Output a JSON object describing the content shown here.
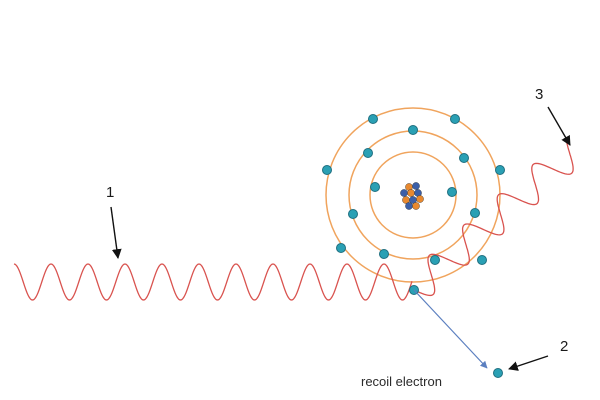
{
  "labels": {
    "incident": "1",
    "electron": "2",
    "scattered": "3",
    "recoil_text": "recoil electron"
  },
  "colors": {
    "wave": "#d9534f",
    "orbit": "#f0a45d",
    "electron_fill": "#2aa0b4",
    "electron_stroke": "#1f6f80",
    "nucleus_orange": "#e8892f",
    "nucleus_blue": "#3b5fa8",
    "recoil_path": "#5b7fc0",
    "arrow": "#111111"
  },
  "icons": {
    "nucleus": "nucleus-icon",
    "electron": "electron-icon"
  }
}
